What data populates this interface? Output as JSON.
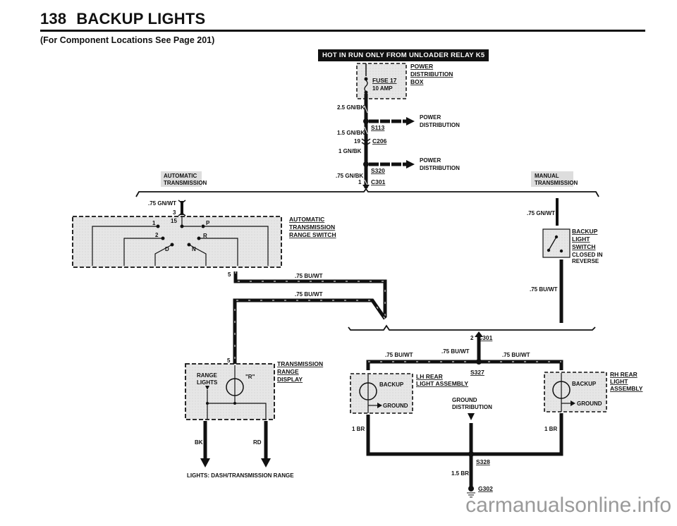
{
  "page": {
    "number": "138",
    "title": "BACKUP LIGHTS",
    "subtitle": "(For Component Locations See Page 201)",
    "watermark": "carmanualsonline.info"
  },
  "banner": "HOT IN RUN ONLY FROM UNLOADER RELAY K5",
  "power_box": {
    "fuse": "FUSE 17",
    "rating": "10 AMP",
    "label": [
      "POWER",
      "DISTRIBUTION",
      "BOX"
    ]
  },
  "feed": {
    "wire1": "2.5 GN/BK",
    "splice1": "S113",
    "power_dist1": [
      "POWER",
      "DISTRIBUTION"
    ],
    "wire2": "1.5 GN/BK",
    "conn1_pin": "19",
    "conn1": "C206",
    "wire3": "1 GN/BK",
    "splice2": "S320",
    "power_dist2": [
      "POWER",
      "DISTRIBUTION"
    ],
    "wire4": ".75 GN/BK",
    "conn2_pin": "1",
    "conn2": "C301"
  },
  "automatic": {
    "tag": [
      "AUTOMATIC",
      "TRANSMISSION"
    ],
    "wire_in": ".75 GN/WT",
    "pin_in": "3",
    "pin_15": "15",
    "switch_label": [
      "AUTOMATIC",
      "TRANSMISSION",
      "RANGE SWITCH"
    ],
    "positions": [
      "1",
      "2",
      "D",
      "N",
      "R",
      "P"
    ],
    "pin_out": "5",
    "wire_out": ".75 BU/WT",
    "wire_return": ".75 BU/WT"
  },
  "manual": {
    "tag": [
      "MANUAL",
      "TRANSMISSION"
    ],
    "wire_in": ".75 GN/WT",
    "switch_label": [
      "BACKUP",
      "LIGHT",
      "SWITCH"
    ],
    "switch_note": [
      "CLOSED IN",
      "REVERSE"
    ],
    "wire_out": ".75 BU/WT"
  },
  "display": {
    "pin": "5",
    "label": [
      "TRANSMISSION",
      "RANGE",
      "DISPLAY"
    ],
    "range_lights": [
      "RANGE",
      "LIGHTS"
    ],
    "bulb": "\"R\"",
    "wire_left": "BK",
    "wire_right": "RD",
    "footer": "LIGHTS: DASH/TRANSMISSION RANGE"
  },
  "rear": {
    "conn_pin": "2",
    "conn": "C301",
    "wire_center": ".75 BU/WT",
    "wire_left": ".75 BU/WT",
    "wire_right": ".75 BU/WT",
    "splice": "S327",
    "lh_label": [
      "LH REAR",
      "LIGHT ASSEMBLY"
    ],
    "rh_label": [
      "RH REAR",
      "LIGHT",
      "ASSEMBLY"
    ],
    "backup": "BACKUP",
    "ground": "GROUND",
    "ground_dist": [
      "GROUND",
      "DISTRIBUTION"
    ],
    "wire_br_left": "1 BR",
    "wire_br_right": "1 BR",
    "splice_ground": "S328",
    "wire_ground": "1.5 BR",
    "ground_point": "G302"
  }
}
